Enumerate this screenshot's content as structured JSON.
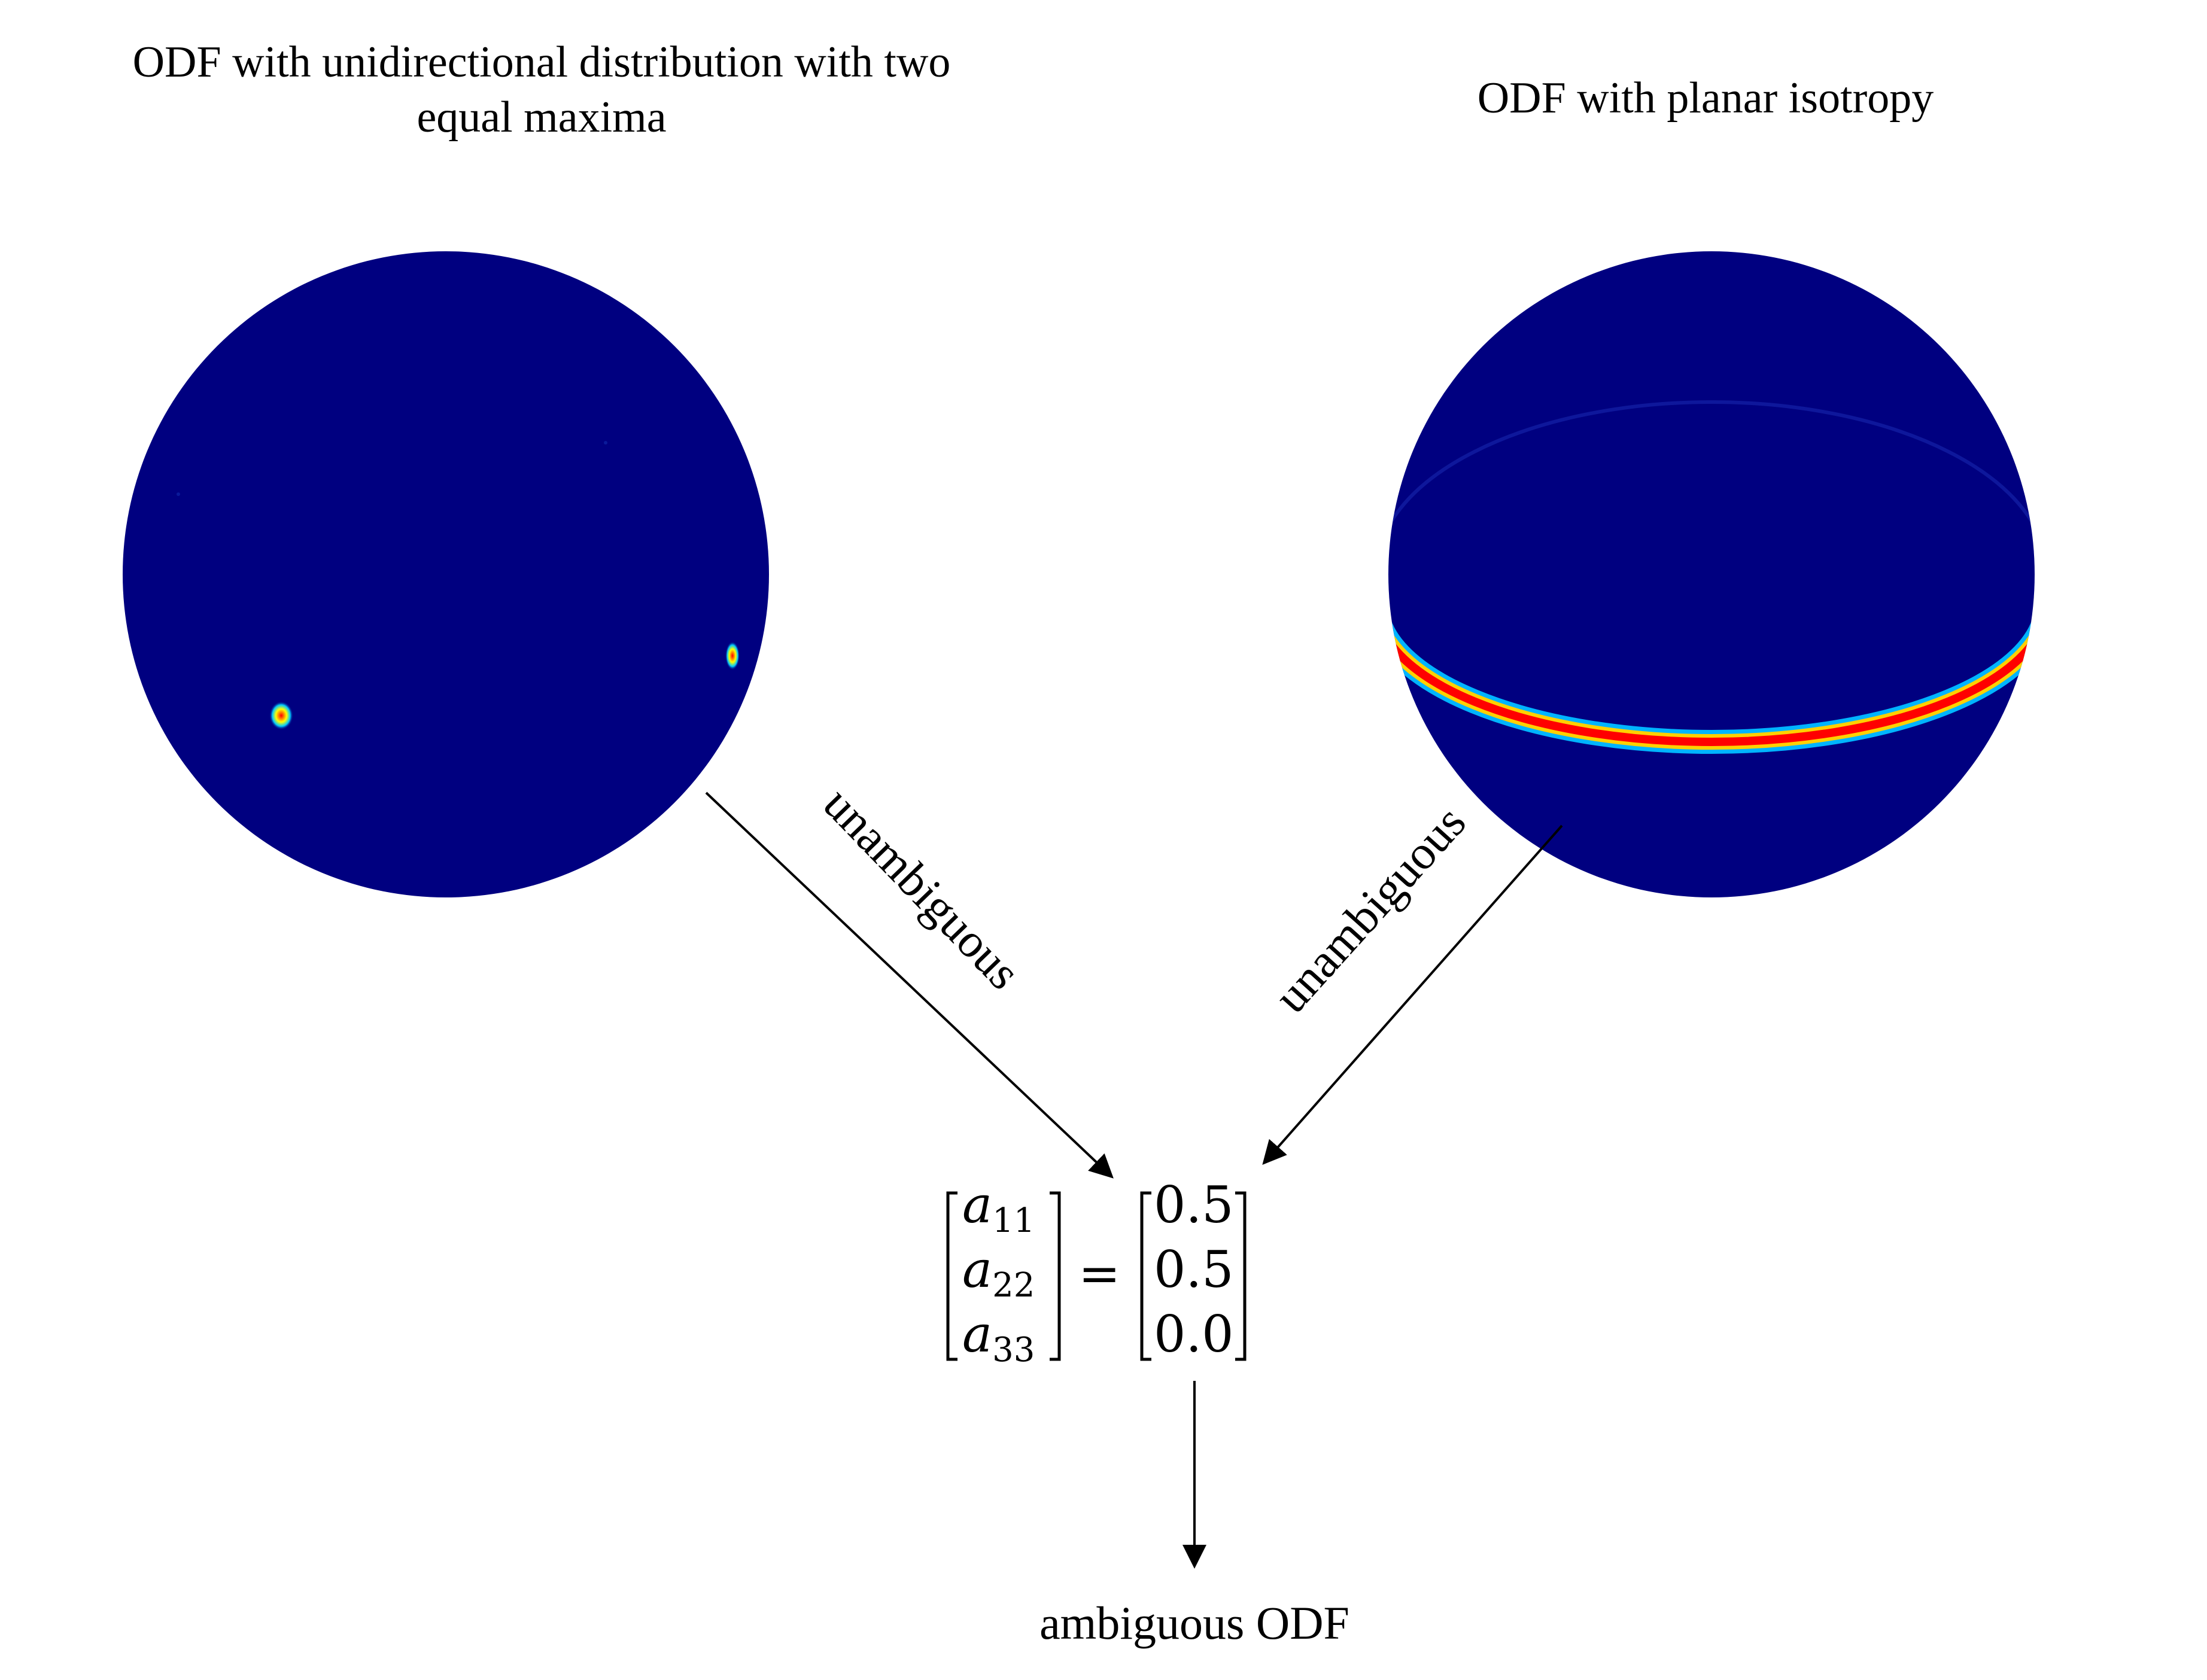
{
  "left_panel": {
    "title_line1": "ODF with unidirectional distribution with two",
    "title_line2": "equal maxima",
    "sphere_color": "#000080",
    "spot_colors": [
      "#ff0000",
      "#ffff00",
      "#00c8ff"
    ]
  },
  "right_panel": {
    "title": "ODF with planar isotropy",
    "sphere_color": "#000080",
    "band_colors": [
      "#ff0000",
      "#ffd000",
      "#00b4ff"
    ]
  },
  "edges": {
    "left_label": "unambiguous",
    "right_label": "unambiguous"
  },
  "equation": {
    "lhs": [
      {
        "base": "a",
        "sub": "11"
      },
      {
        "base": "a",
        "sub": "22"
      },
      {
        "base": "a",
        "sub": "33"
      }
    ],
    "equals": "=",
    "rhs": [
      "0.5",
      "0.5",
      "0.0"
    ]
  },
  "result": {
    "label": "ambiguous ODF"
  }
}
